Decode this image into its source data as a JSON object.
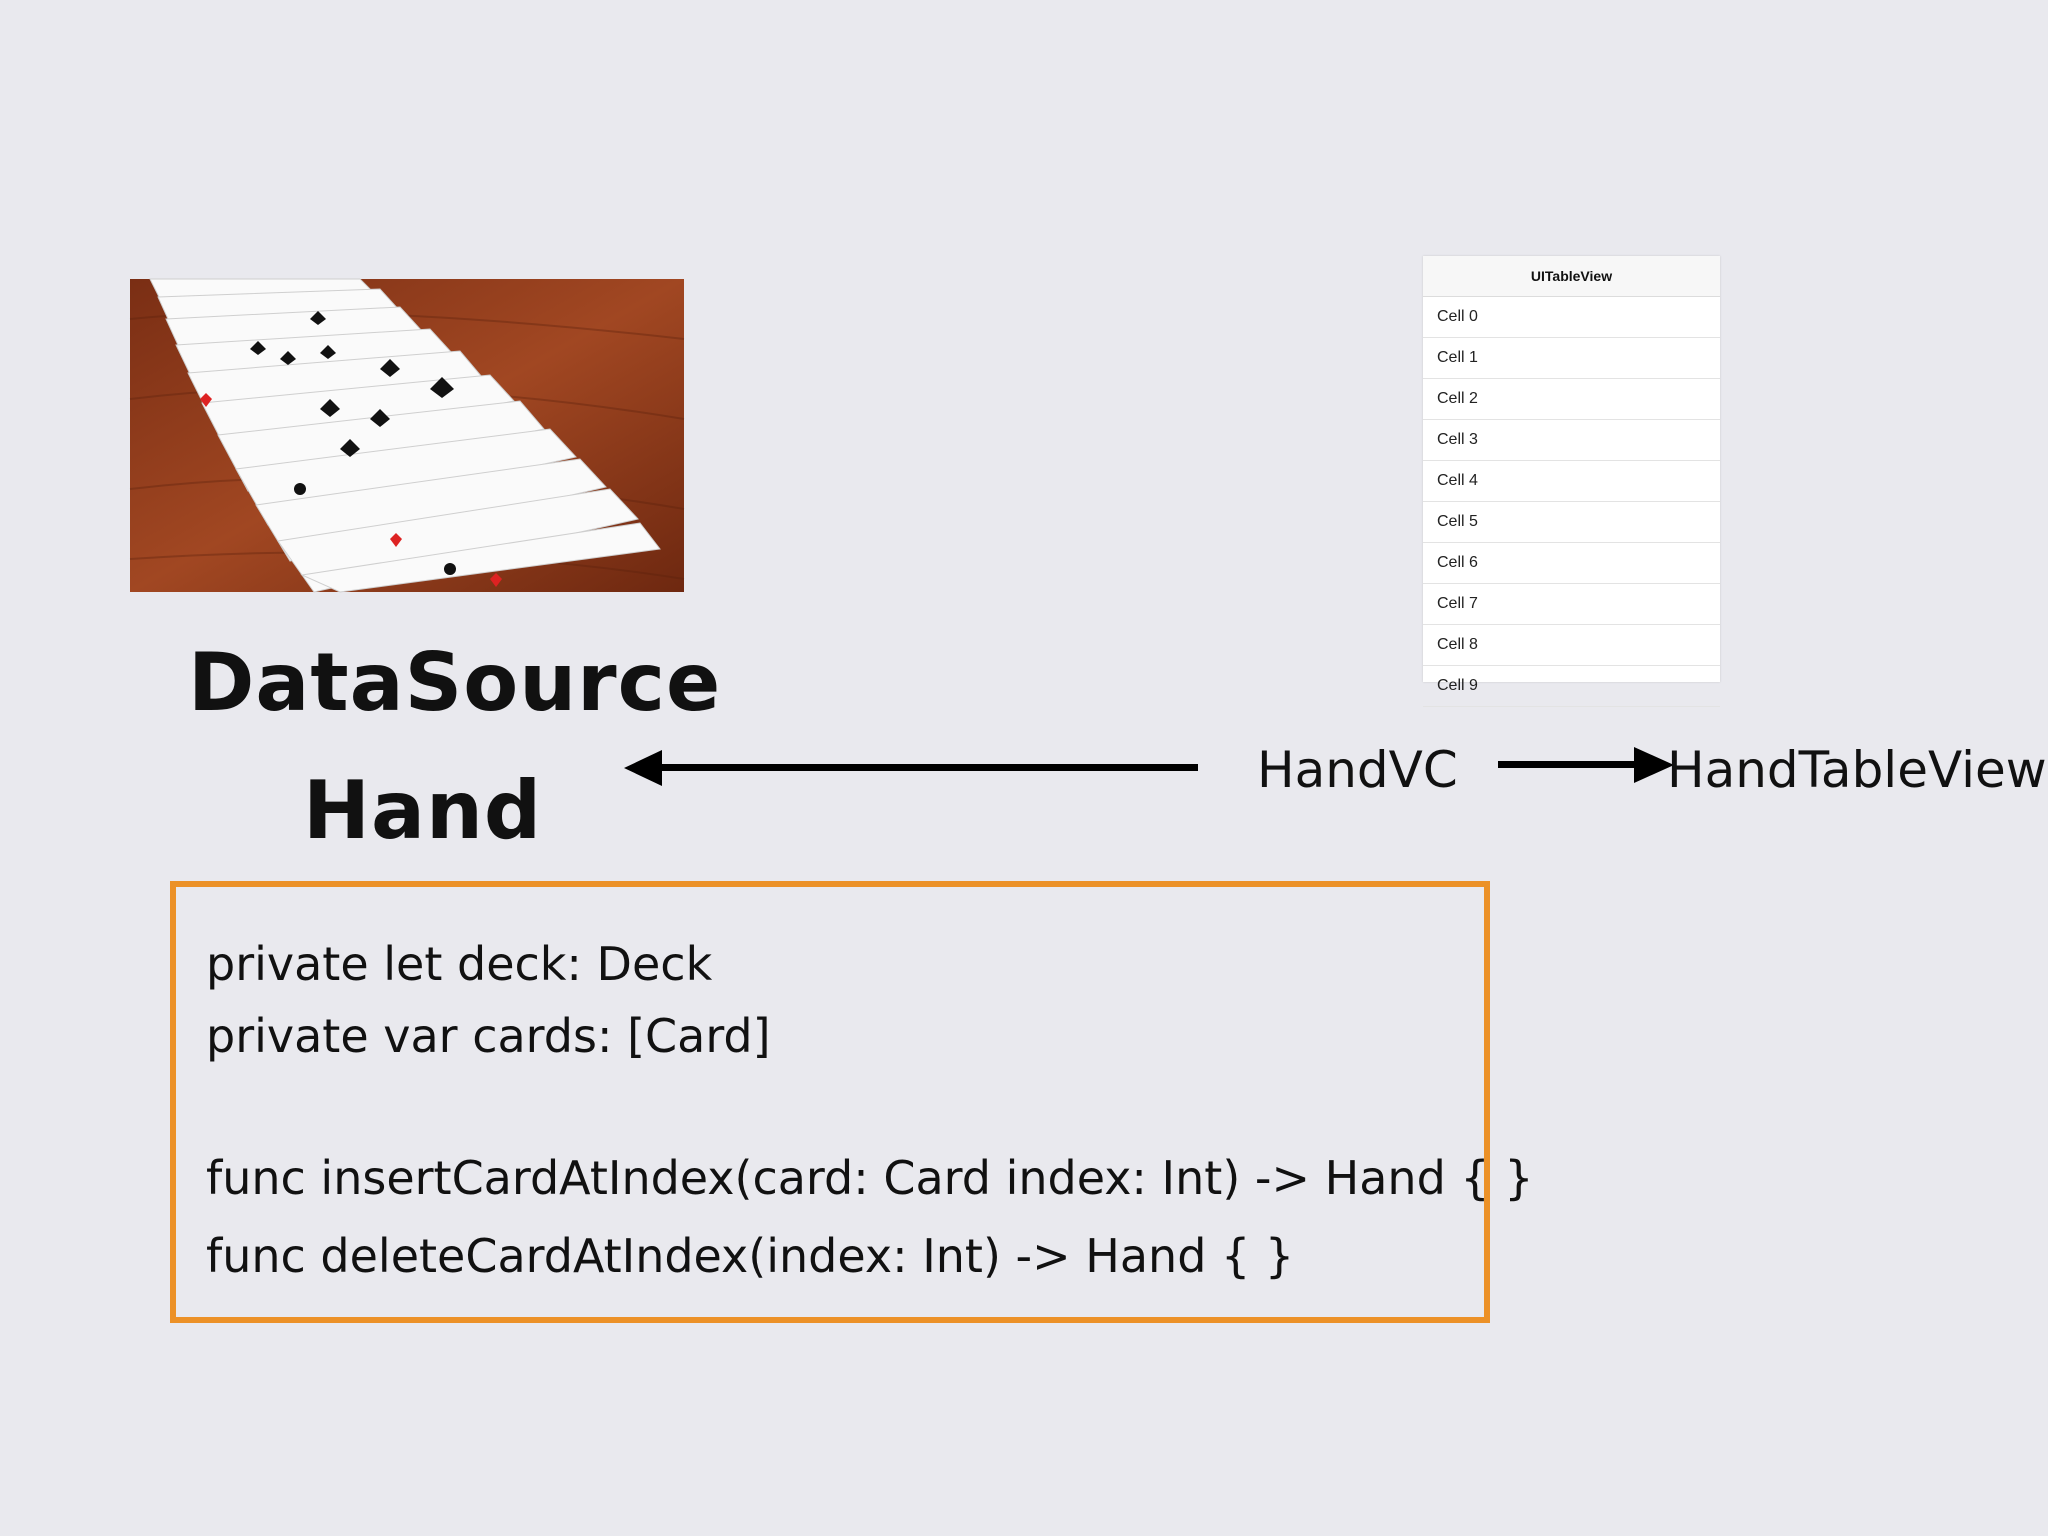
{
  "titles": {
    "datasource": "DataSource",
    "hand": "Hand"
  },
  "labels": {
    "handvc": "HandVC",
    "handtableview": "HandTableView"
  },
  "tableview": {
    "header": "UITableView",
    "cells": [
      "Cell 0",
      "Cell 1",
      "Cell 2",
      "Cell 3",
      "Cell 4",
      "Cell 5",
      "Cell 6",
      "Cell 7",
      "Cell 8",
      "Cell 9"
    ]
  },
  "code": {
    "lines": [
      "private let deck: Deck",
      "private var cards: [Card]",
      "func insertCardAtIndex(card: Card index: Int) -> Hand { }",
      "func deleteCardAtIndex(index: Int) -> Hand { }"
    ]
  },
  "colors": {
    "background": "#e9e9ee",
    "box_border": "#ec9127",
    "table_wood": "#8b3a1c"
  }
}
